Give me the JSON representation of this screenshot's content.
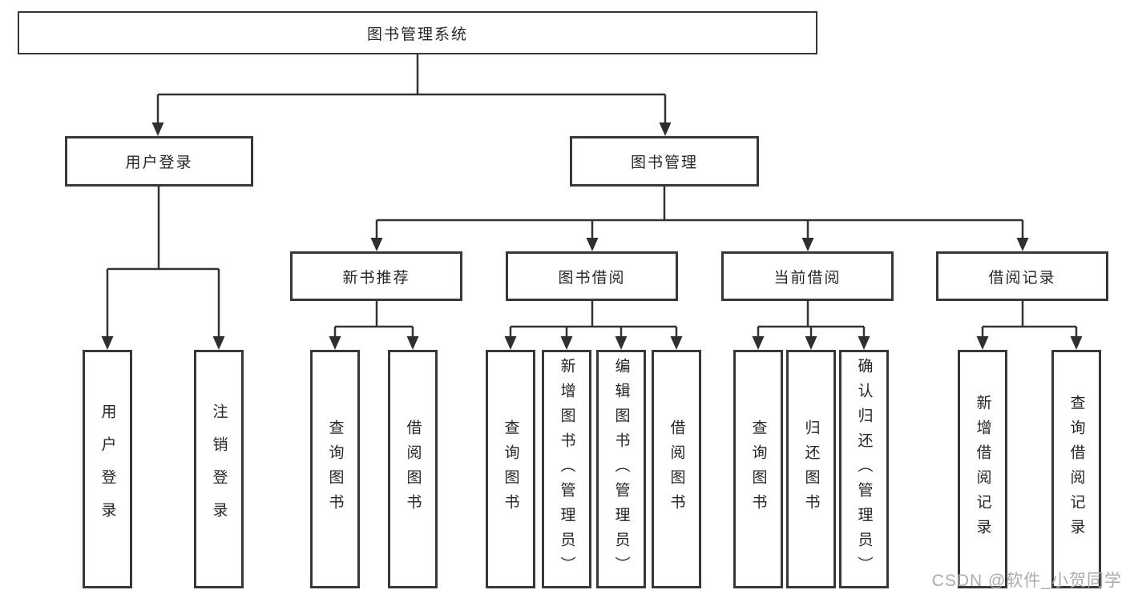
{
  "tree": {
    "label": "图书管理系统",
    "children": [
      {
        "label": "用户登录",
        "children": [
          {
            "label": "用户登录"
          },
          {
            "label": "注销登录"
          }
        ]
      },
      {
        "label": "图书管理",
        "children": [
          {
            "label": "新书推荐",
            "children": [
              {
                "label": "查询图书"
              },
              {
                "label": "借阅图书"
              }
            ]
          },
          {
            "label": "图书借阅",
            "children": [
              {
                "label": "查询图书"
              },
              {
                "label": "新增图书（管理员）"
              },
              {
                "label": "编辑图书（管理员）"
              },
              {
                "label": "借阅图书"
              }
            ]
          },
          {
            "label": "当前借阅",
            "children": [
              {
                "label": "查询图书"
              },
              {
                "label": "归还图书"
              },
              {
                "label": "确认归还（管理员）"
              }
            ]
          },
          {
            "label": "借阅记录",
            "children": [
              {
                "label": "新增借阅记录"
              },
              {
                "label": "查询借阅记录"
              }
            ]
          }
        ]
      }
    ]
  },
  "watermark": "CSDN @软件_小贺同学",
  "colors": {
    "line": "#333333",
    "box_border": "#383838",
    "background": "#ffffff",
    "watermark": "#ababab"
  }
}
